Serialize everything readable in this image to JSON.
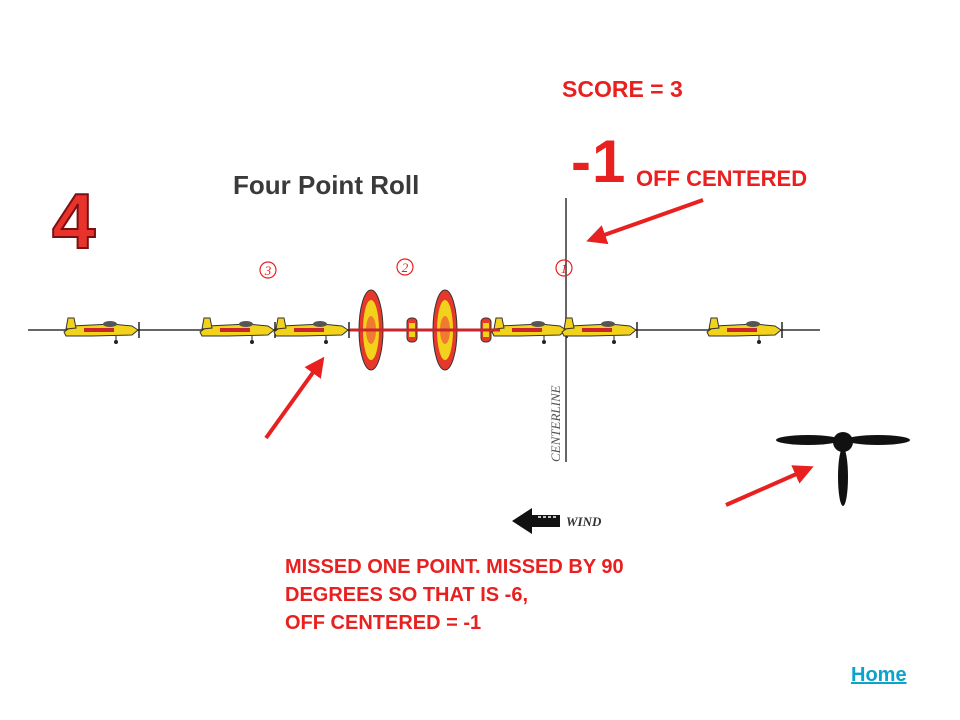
{
  "slide": {
    "score_text": "SCORE  = 3",
    "deduction_value": "-1",
    "deduction_label": "OFF CENTERED",
    "notes": [
      "MISSED ONE POINT. MISSED BY 90",
      "DEGREES SO THAT IS -6,",
      "OFF CENTERED = -1"
    ],
    "home_link": "Home"
  },
  "diagram": {
    "maneuver_number": "4",
    "title": "Four Point Roll",
    "point_markers": [
      "3",
      "2",
      "1"
    ],
    "centerline_label": "CENTERLINE",
    "wind_label": "WIND",
    "wind_direction": "left"
  },
  "colors": {
    "annotation_red": "#e8201f",
    "link": "#0aa3cc",
    "aircraft_yellow": "#f2d21a",
    "aircraft_red": "#c8262a"
  }
}
